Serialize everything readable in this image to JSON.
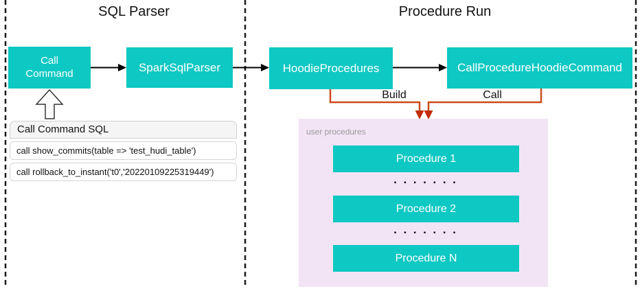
{
  "sections": {
    "left_title": "SQL Parser",
    "right_title": "Procedure Run"
  },
  "nodes": {
    "call_command": "Call\nCommand",
    "spark_sql_parser": "SparkSqlParser",
    "hoodie_procedures": "HoodieProcedures",
    "call_procedure_hoodie_command": "CallProcedureHoodieCommand"
  },
  "edge_labels": {
    "build": "Build",
    "call": "Call"
  },
  "sql_panel": {
    "header": "Call Command SQL",
    "rows": [
      "call show_commits(table => 'test_hudi_table')",
      "call rollback_to_instant('t0','20220109225319449')"
    ]
  },
  "user_procedures": {
    "label": "user procedures",
    "items": [
      "Procedure 1",
      "Procedure 2",
      "Procedure N"
    ],
    "dots": "▪ ▪ ▪ ▪ ▪ ▪ ▪"
  },
  "colors": {
    "node_teal": "#0EC8C3",
    "panel_purple": "#F2E4F5",
    "connector_orange": "#CC4A1A",
    "connector_arrowhead_red": "#C22D0C",
    "dashed_separator": "#1a1a1a"
  }
}
